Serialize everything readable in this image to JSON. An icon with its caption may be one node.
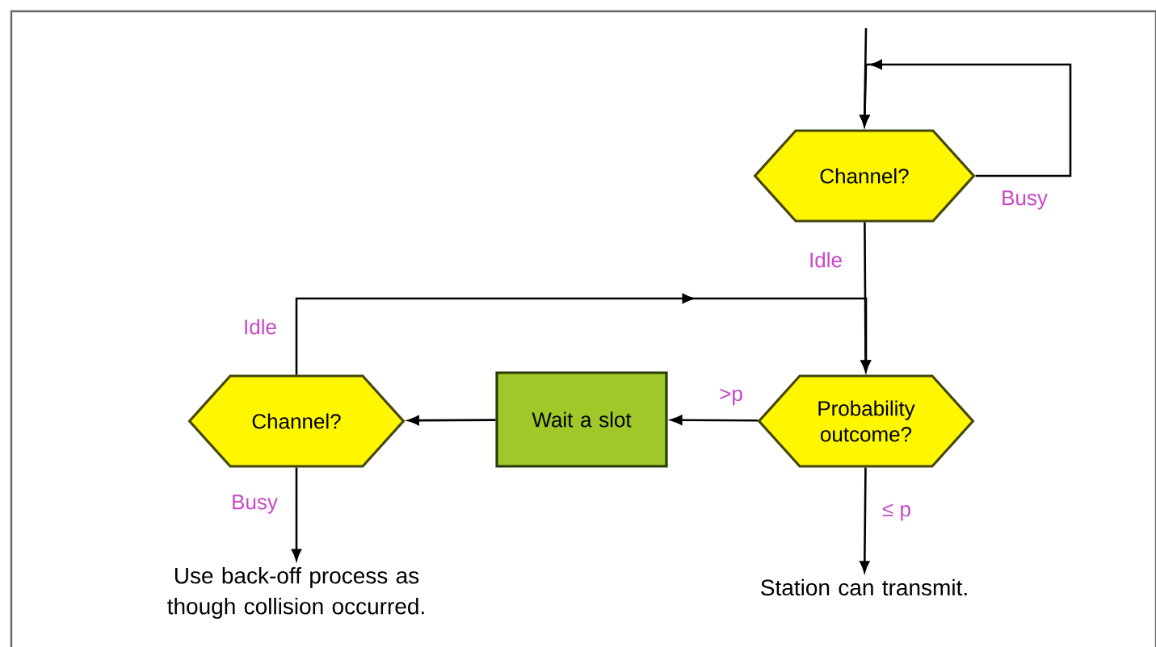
{
  "diagram": {
    "nodes": [
      {
        "text": [
          "Channel?"
        ]
      },
      {
        "text": [
          "Probability outcome?"
        ]
      },
      {
        "text": [
          "Wait a slot"
        ]
      },
      {
        "text": [
          "Channel?"
        ]
      },
      {
        "text": [
          "Use back-off process as though collision occurred."
        ]
      },
      {
        "text": [
          "Station can transmit."
        ]
      }
    ],
    "edges": [
      {
        "from": null,
        "to": 0,
        "arrow": "to"
      },
      {
        "from": 0,
        "to": 0,
        "arrow": "to",
        "label": "Busy"
      },
      {
        "from": 0,
        "to": 1,
        "arrow": "to",
        "label": "Idle"
      },
      {
        "from": 3,
        "to": 1,
        "arrow": "to",
        "label": "Idle"
      },
      {
        "from": 1,
        "to": 2,
        "arrow": "to",
        "label": ">p"
      },
      {
        "from": 2,
        "to": 3,
        "arrow": "to"
      },
      {
        "from": 3,
        "to": 4,
        "arrow": "to",
        "label": "Busy"
      },
      {
        "from": 1,
        "to": 5,
        "arrow": "to",
        "label": "≤ p"
      }
    ]
  }
}
